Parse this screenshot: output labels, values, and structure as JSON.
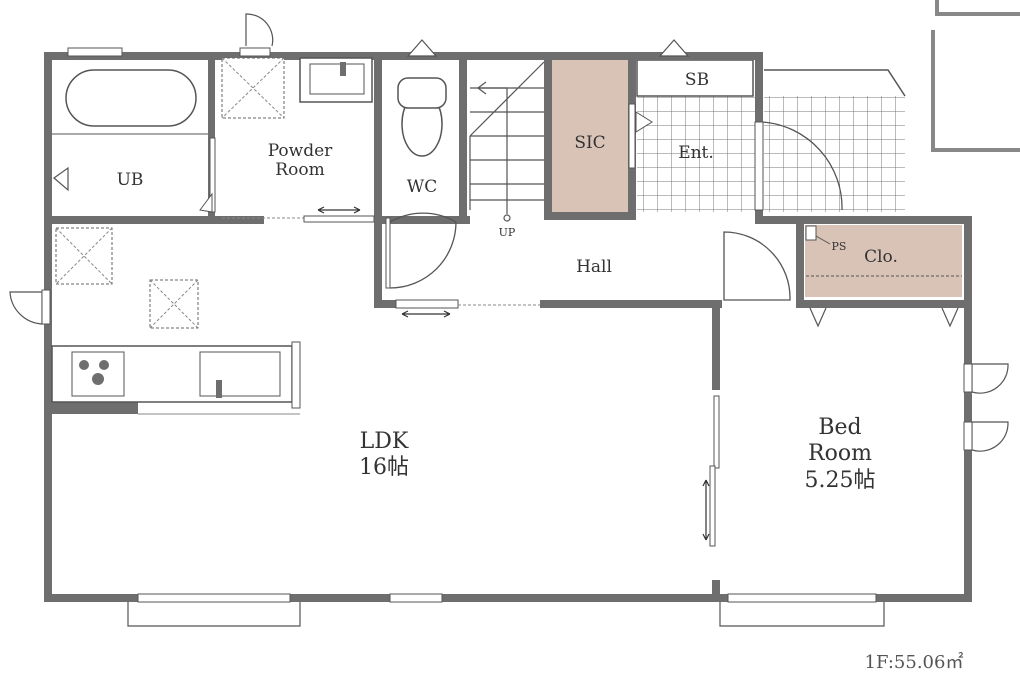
{
  "rooms": {
    "ub": "UB",
    "powder_line1": "Powder",
    "powder_line2": "Room",
    "wc": "WC",
    "sic": "SIC",
    "sb": "SB",
    "ent": "Ent.",
    "hall": "Hall",
    "up": "UP",
    "ps": "PS",
    "clo": "Clo.",
    "ldk_line1": "LDK",
    "ldk_line2": "16帖",
    "bed_line1": "Bed",
    "bed_line2": "Room",
    "bed_line3": "5.25帖"
  },
  "footer": {
    "area": "1F:55.06㎡"
  },
  "colors": {
    "wall": "#6e6e6e",
    "accent_room": "#d8c3b6",
    "text": "#333333",
    "line": "#555555"
  }
}
